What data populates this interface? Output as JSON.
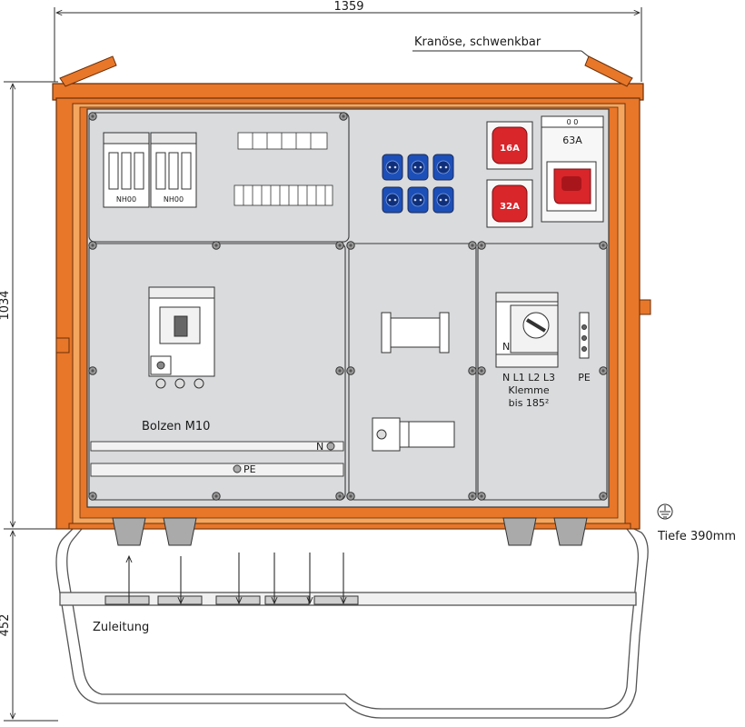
{
  "dimensions": {
    "width": "1359",
    "height_cabinet": "1034",
    "height_stand": "452"
  },
  "labels": {
    "crane_eye": "Kranöse, schwenkbar",
    "depth": "Tiefe 390mm",
    "bolt": "Bolzen M10",
    "neutral_bar": "N",
    "pe_bar": "PE",
    "supply": "Zuleitung",
    "fuse_left": "NH00",
    "fuse_right": "NH00",
    "switch_n": "N",
    "terminal_phases": "N L1 L2 L3",
    "terminal_name": "Klemme",
    "terminal_size": "bis 185²",
    "pe_terminal": "PE",
    "socket_16": "16A",
    "socket_32": "32A",
    "socket_63": "63A",
    "socket_63_cap": "0    0"
  },
  "colors": {
    "frame": "#e8772a",
    "panel": "#d9dbdd",
    "socket_blue": "#1d4fb8",
    "socket_red": "#d8262b",
    "line": "#2a2a2a"
  },
  "icons": {
    "earth": "protective-earth-icon",
    "arrow_in": "arrow-up-icon",
    "arrow_out": "arrow-down-icon"
  }
}
